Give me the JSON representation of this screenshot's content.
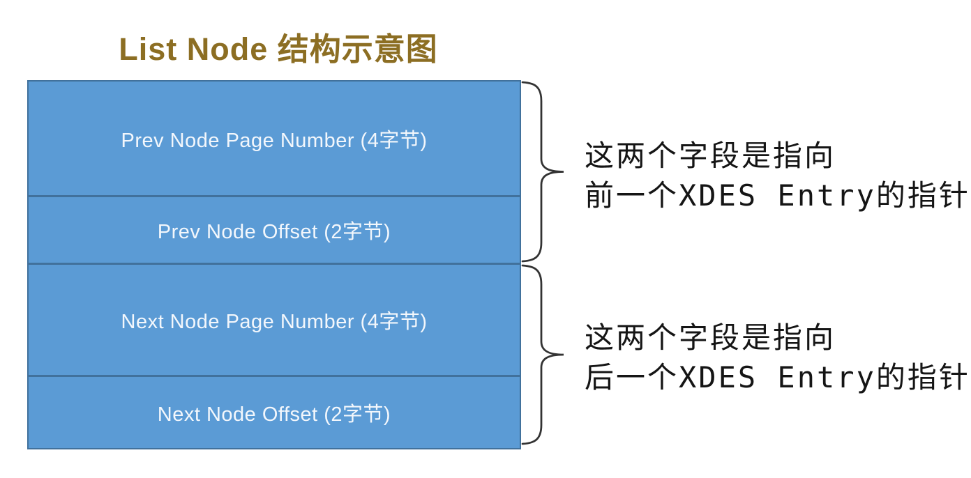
{
  "title": "List Node 结构示意图",
  "colors": {
    "title": "#8c6e23",
    "box_fill": "#5b9bd5",
    "box_border": "#41719c",
    "box_text": "#f3f7fc",
    "brace": "#333333",
    "annotation_text": "#151515"
  },
  "diagram": {
    "rows": [
      {
        "label": "Prev Node Page Number (4字节)"
      },
      {
        "label": "Prev Node Offset (2字节)"
      },
      {
        "label": "Next Node Page Number (4字节)"
      },
      {
        "label": "Next Node Offset (2字节)"
      }
    ],
    "annotations": [
      {
        "line1": "这两个字段是指向",
        "line2": "前一个XDES Entry的指针"
      },
      {
        "line1": "这两个字段是指向",
        "line2": "后一个XDES Entry的指针"
      }
    ]
  }
}
